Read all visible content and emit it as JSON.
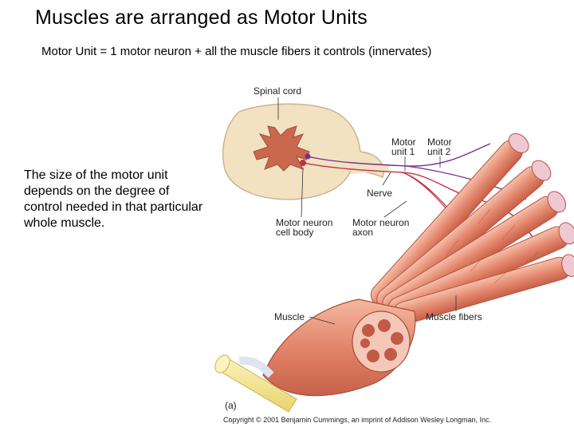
{
  "slide": {
    "title": "Muscles are arranged as Motor Units",
    "subtitle": "Motor Unit = 1 motor neuron + all the muscle fibers it controls (innervates)",
    "side_text": "The size of the motor unit depends on the degree of control needed in that particular whole muscle."
  },
  "figure": {
    "labels": {
      "spinal_cord": "Spinal cord",
      "motor_unit_1": [
        "Motor",
        "unit 1"
      ],
      "motor_unit_2": [
        "Motor",
        "unit 2"
      ],
      "nerve": "Nerve",
      "motor_neuron_cell_body": [
        "Motor neuron",
        "cell body"
      ],
      "motor_neuron_axon": [
        "Motor neuron",
        "axon"
      ],
      "muscle": "Muscle",
      "muscle_fibers": "Muscle fibers",
      "panel": "(a)"
    },
    "credit": "Copyright © 2001 Benjamin Cummings, an imprint of Addison Wesley Longman, Inc.",
    "colors": {
      "spinal_cord": "#f2e2c2",
      "gray_matter": "#c9684f",
      "muscle": "#e2856b",
      "muscle_dark": "#c25a45",
      "motor_unit_1_neuron": "#c0304a",
      "motor_unit_2_neuron": "#7a2f8c",
      "tendon": "#f4e48a"
    }
  }
}
